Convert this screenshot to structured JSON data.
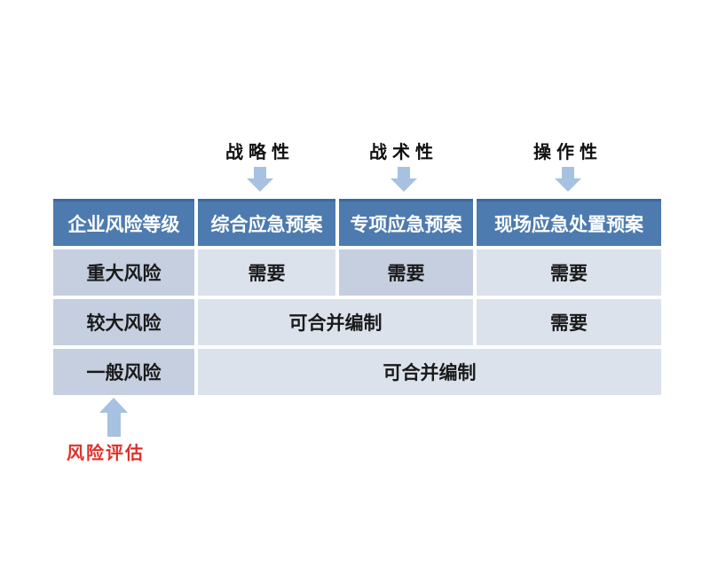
{
  "annotations": {
    "strategic": "战略性",
    "tactical": "战术性",
    "operational": "操作性",
    "risk_assessment": "风险评估"
  },
  "table": {
    "headers": [
      "企业风险等级",
      "综合应急预案",
      "专项应急预案",
      "现场应急处置预案"
    ],
    "rows": [
      {
        "level": "重大风险",
        "cells": [
          {
            "text": "需要"
          },
          {
            "text": "需要"
          },
          {
            "text": "需要"
          }
        ]
      },
      {
        "level": "较大风险",
        "cells": [
          {
            "text": "可合并编制"
          },
          {
            "text": "需要"
          }
        ]
      },
      {
        "level": "一般风险",
        "cells": [
          {
            "text": "可合并编制"
          }
        ]
      }
    ]
  },
  "colors": {
    "header_bg": "#4d7bb0",
    "header_top": "#3a6aa2",
    "row_label_bg": "#c5cfe0",
    "cell_bg": "#dce2ec",
    "highlight_cell_bg": "#c5cfe0",
    "arrow": "#a7c1e0",
    "risk_label": "#e0302a",
    "body_text": "#1a1a1a"
  }
}
